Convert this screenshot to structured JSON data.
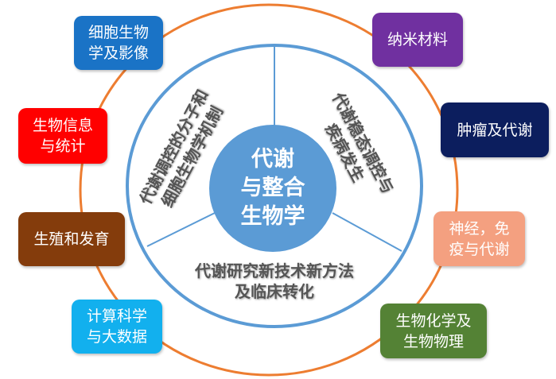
{
  "center": {
    "line1": "代谢",
    "line2": "与整合",
    "line3": "生物学",
    "color": "#5b9bd5"
  },
  "sectors": [
    {
      "line1": "代谢调控的分子和",
      "line2": "细胞生物学机制"
    },
    {
      "line1": "代谢稳态调控与",
      "line2": "疾病发生"
    },
    {
      "line1": "代谢研究新技术新方法",
      "line2": "及临床转化"
    }
  ],
  "boxes": [
    {
      "line1": "细胞生物",
      "line2": "学及影像",
      "color": "#1a73c6"
    },
    {
      "line1": "生物信息",
      "line2": "与统计",
      "color": "#ff0000"
    },
    {
      "line1": "生殖和发育",
      "line2": "",
      "color": "#843c0c"
    },
    {
      "line1": "计算科学",
      "line2": "与大数据",
      "color": "#12b0ee"
    },
    {
      "line1": "纳米材料",
      "line2": "",
      "color": "#7030a0"
    },
    {
      "line1": "肿瘤及代谢",
      "line2": "",
      "color": "#0c1e5e"
    },
    {
      "line1": "神经，免",
      "line2": "疫与代谢",
      "color": "#f4a080"
    },
    {
      "line1": "生物化学及",
      "line2": "生物物理",
      "color": "#548235"
    }
  ],
  "colors": {
    "outer_ring": "#ed7d31",
    "inner_ring": "#5b9bd5"
  }
}
